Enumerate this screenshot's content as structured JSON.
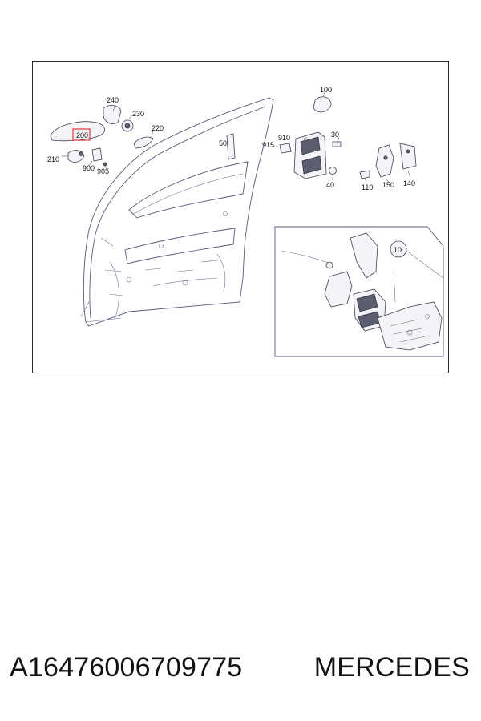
{
  "diagram": {
    "callouts": {
      "c240": "240",
      "c230": "230",
      "c220": "220",
      "c200": "200",
      "c210": "210",
      "c900": "900",
      "c905": "905",
      "c100": "100",
      "c50": "50",
      "c910": "910",
      "c915": "915",
      "c30": "30",
      "c40": "40",
      "c110": "110",
      "c150": "150",
      "c140": "140",
      "c10": "10"
    },
    "highlight_color": "#e0353b"
  },
  "footer": {
    "part_number": "A16476006709775",
    "brand": "MERCEDES"
  }
}
